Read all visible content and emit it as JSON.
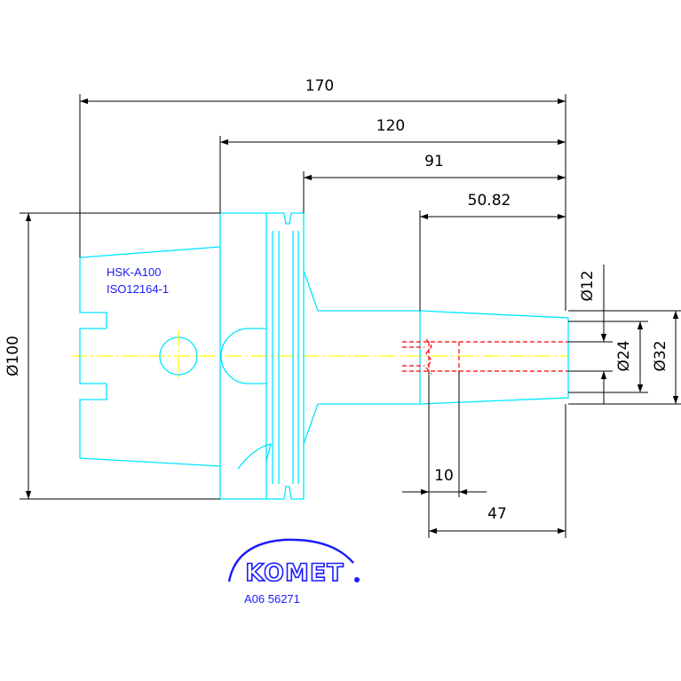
{
  "dimensions": {
    "overall_length": "170",
    "length_120": "120",
    "length_91": "91",
    "length_50_82": "50.82",
    "flange_diameter": "Ø100",
    "diameter_12": "Ø12",
    "diameter_24": "Ø24",
    "diameter_32": "Ø32",
    "bore_10": "10",
    "bore_47": "47"
  },
  "labels": {
    "interface": "HSK-A100",
    "standard": "ISO12164-1"
  },
  "brand": {
    "logo_text": "KOMET",
    "article_number": "A06 56271"
  },
  "colors": {
    "outline": "#00e5ff",
    "dimension": "#000000",
    "hidden_bore": "#ff0000",
    "centerline": "#ffff00",
    "brand_blue": "#1a1aff"
  }
}
